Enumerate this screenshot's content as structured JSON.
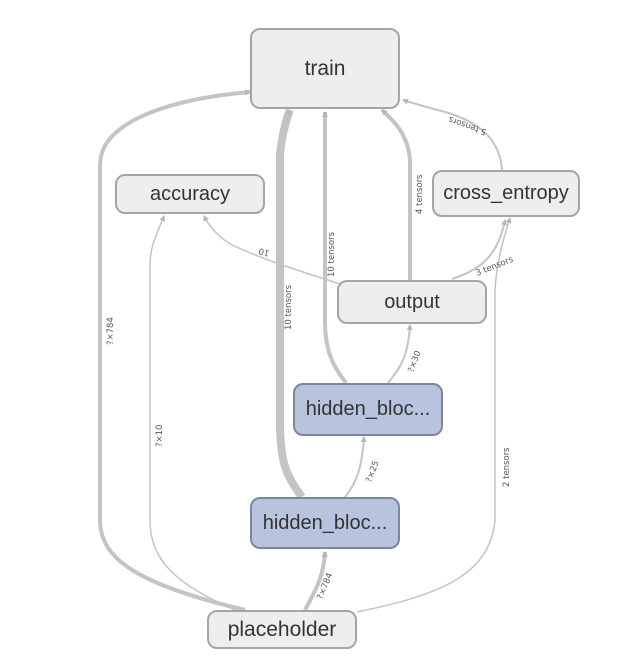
{
  "nodes": {
    "train": "train",
    "accuracy": "accuracy",
    "cross_entropy": "cross_entropy",
    "output": "output",
    "hidden_block_upper": "hidden_bloc...",
    "hidden_block_lower": "hidden_bloc...",
    "placeholder": "placeholder"
  },
  "edge_labels": {
    "placeholder_to_train": "?×784",
    "placeholder_to_accuracy": "?×10",
    "placeholder_to_hidden": "?×784",
    "placeholder_to_cross_entropy": "2 tensors",
    "hidden_lower_to_hidden_upper": "?×25",
    "hidden_upper_to_output": "?×30",
    "hidden_lower_to_train": "10 tensors",
    "hidden_upper_to_train": "10 tensors",
    "output_to_train": "4 tensors",
    "output_to_accuracy": "10",
    "output_to_cross_entropy": "3 tensors",
    "cross_entropy_to_train": "5 tensors"
  },
  "colors": {
    "op_node_fill": "#eeeeee",
    "op_node_border": "#a5a5a5",
    "meta_node_fill": "#b8c4dd",
    "meta_node_border": "#7a879f",
    "edge": "#c4c4c4"
  }
}
